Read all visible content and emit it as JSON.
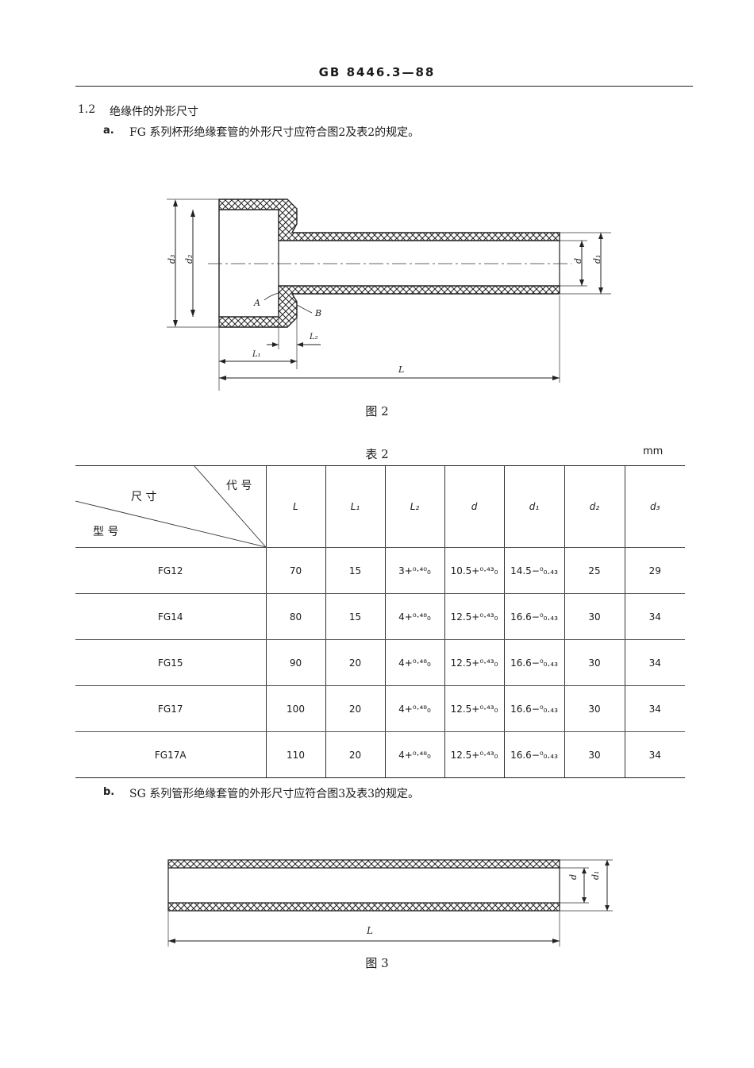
{
  "header": {
    "title": "GB 8446.3—88"
  },
  "section": {
    "number": "1.2",
    "title": "绝缘件的外形尺寸"
  },
  "item_a": {
    "label": "a.",
    "text": "FG 系列杯形绝缘套管的外形尺寸应符合图2及表2的规定。"
  },
  "figure2": {
    "caption": "图 2",
    "labels": {
      "d3": "d₃",
      "d2": "d₂",
      "d": "d",
      "d1": "d₁",
      "A": "A",
      "B": "B",
      "L1": "L₁",
      "L2": "L₂",
      "L": "L"
    }
  },
  "table2": {
    "caption": "表 2",
    "unit": "mm",
    "corner": {
      "top_right": "代 号",
      "middle": "尺 寸",
      "bottom_left": "型 号"
    },
    "columns": [
      "L",
      "L₁",
      "L₂",
      "d",
      "d₁",
      "d₂",
      "d₃"
    ],
    "rows": [
      {
        "model": "FG12",
        "L": "70",
        "L1": "15",
        "L2": "3+⁰·⁴⁰₀",
        "d": "10.5+⁰·⁴³₀",
        "d1": "14.5−⁰₀.₄₃",
        "d2": "25",
        "d3": "29"
      },
      {
        "model": "FG14",
        "L": "80",
        "L1": "15",
        "L2": "4+⁰·⁴⁸₀",
        "d": "12.5+⁰·⁴³₀",
        "d1": "16.6−⁰₀.₄₃",
        "d2": "30",
        "d3": "34"
      },
      {
        "model": "FG15",
        "L": "90",
        "L1": "20",
        "L2": "4+⁰·⁴⁸₀",
        "d": "12.5+⁰·⁴³₀",
        "d1": "16.6−⁰₀.₄₃",
        "d2": "30",
        "d3": "34"
      },
      {
        "model": "FG17",
        "L": "100",
        "L1": "20",
        "L2": "4+⁰·⁴⁸₀",
        "d": "12.5+⁰·⁴³₀",
        "d1": "16.6−⁰₀.₄₃",
        "d2": "30",
        "d3": "34"
      },
      {
        "model": "FG17A",
        "L": "110",
        "L1": "20",
        "L2": "4+⁰·⁴⁸₀",
        "d": "12.5+⁰·⁴³₀",
        "d1": "16.6−⁰₀.₄₃",
        "d2": "30",
        "d3": "34"
      }
    ]
  },
  "item_b": {
    "label": "b.",
    "text": "SG 系列管形绝缘套管的外形尺寸应符合图3及表3的规定。"
  },
  "figure3": {
    "caption": "图 3",
    "labels": {
      "d": "d",
      "d1": "d₁",
      "L": "L"
    }
  }
}
